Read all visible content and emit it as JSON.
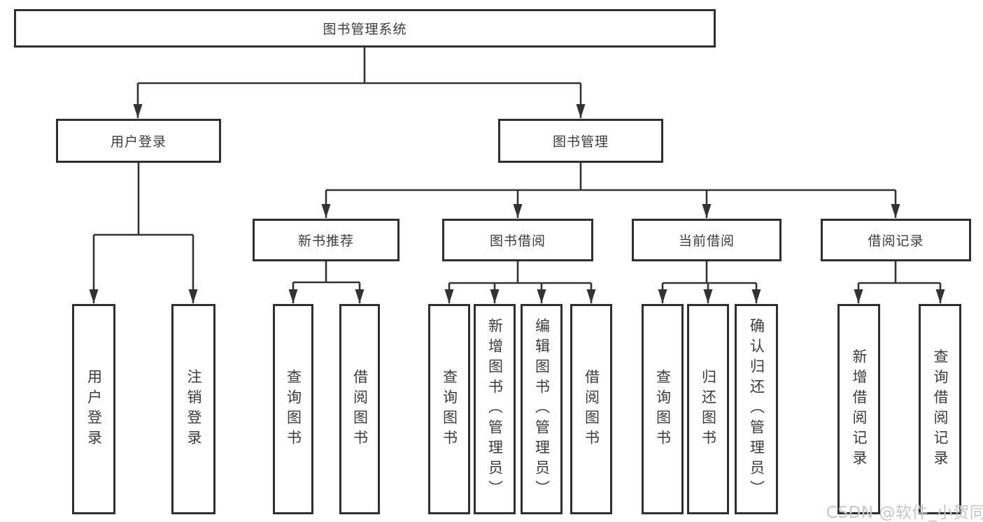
{
  "colors": {
    "line": "#333333",
    "box_border": "#2f2f2f",
    "box_fill": "#ffffff",
    "text": "#3b3b3b",
    "watermark": "#c6c6c6"
  },
  "tree": {
    "root": {
      "label": "图书管理系统",
      "children": [
        {
          "label": "用户登录",
          "children": [
            {
              "label": "用户登录"
            },
            {
              "label": "注销登录"
            }
          ]
        },
        {
          "label": "图书管理",
          "children": [
            {
              "label": "新书推荐",
              "children": [
                {
                  "label": "查询图书"
                },
                {
                  "label": "借阅图书"
                }
              ]
            },
            {
              "label": "图书借阅",
              "children": [
                {
                  "label": "查询图书"
                },
                {
                  "label": "新增图书（管理员）"
                },
                {
                  "label": "编辑图书（管理员）"
                },
                {
                  "label": "借阅图书"
                }
              ]
            },
            {
              "label": "当前借阅",
              "children": [
                {
                  "label": "查询图书"
                },
                {
                  "label": "归还图书"
                },
                {
                  "label": "确认归还（管理员）"
                }
              ]
            },
            {
              "label": "借阅记录",
              "children": [
                {
                  "label": "新增借阅记录"
                },
                {
                  "label": "查询借阅记录"
                }
              ]
            }
          ]
        }
      ]
    }
  },
  "watermark": {
    "text": "CSDN @软件_小贺同学"
  }
}
